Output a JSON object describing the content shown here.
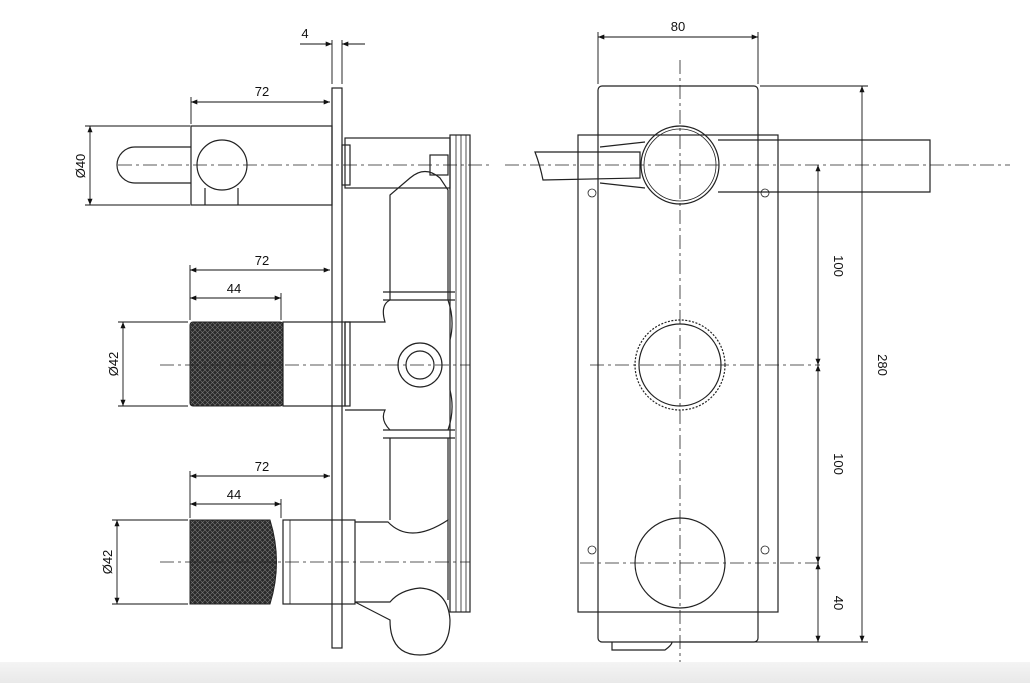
{
  "drawing": {
    "side_view": {
      "plate_thickness": "4",
      "spout_projection": "72",
      "spout_diameter": "Ø40",
      "middle_handle_projection": "72",
      "middle_knurl_length": "44",
      "middle_handle_diameter": "Ø42",
      "bottom_handle_projection": "72",
      "bottom_knurl_length": "44",
      "bottom_handle_diameter": "Ø42"
    },
    "front_view": {
      "plate_width": "80",
      "plate_height": "280",
      "spacing_top_to_middle": "100",
      "spacing_middle_to_bottom": "100",
      "bottom_offset": "40"
    }
  }
}
